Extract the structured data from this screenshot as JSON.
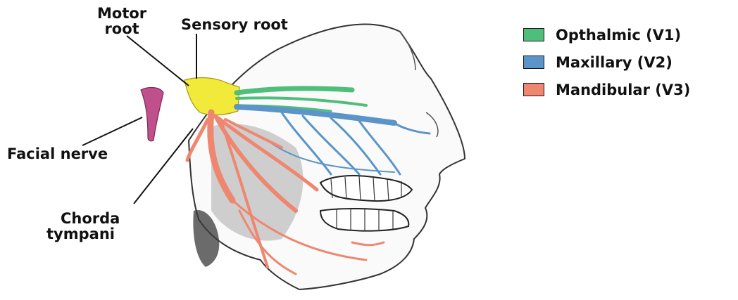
{
  "labels": {
    "motor_root": [
      "Motor",
      "root"
    ],
    "sensory_root": "Sensory root",
    "facial_nerve": "Facial nerve",
    "chorda_tympani": [
      "Chorda",
      "tympani"
    ]
  },
  "legend": [
    {
      "label": "Opthalmic (V1)",
      "color": "#4fbe7a"
    },
    {
      "label": "Maxillary (V2)",
      "color": "#5b94c8"
    },
    {
      "label": "Mandibular (V3)",
      "color": "#ef8670"
    }
  ],
  "colors": {
    "ganglion": "#f2ea3b",
    "facial_nerve": "#c0508c"
  }
}
